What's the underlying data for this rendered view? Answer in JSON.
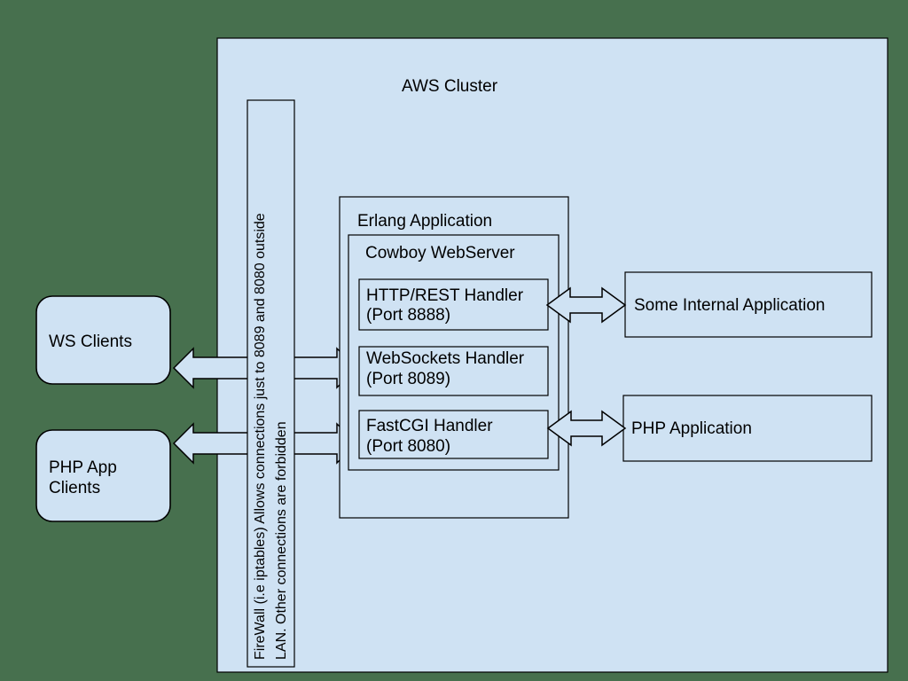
{
  "colors": {
    "background": "#47704e",
    "shape_fill": "#cfe2f3",
    "line": "#000000",
    "text": "#000000"
  },
  "diagram": {
    "cluster": {
      "label": "AWS Cluster"
    },
    "firewall": {
      "line1": "FireWall (i.e iptables) Allows connections just to 8089 and 8080 outside",
      "line2": "LAN. Other connections are forbidden"
    },
    "erlang": {
      "label": "Erlang Application"
    },
    "cowboy": {
      "label": "Cowboy WebServer"
    },
    "handlers": [
      {
        "name": "HTTP/REST Handler",
        "port": "(Port 8888)"
      },
      {
        "name": "WebSockets Handler",
        "port": "(Port 8089)"
      },
      {
        "name": "FastCGI Handler",
        "port": "(Port 8080)"
      }
    ],
    "apps": {
      "internal": {
        "label": "Some Internal Application"
      },
      "php": {
        "label": "PHP Application"
      }
    },
    "clients": {
      "ws": {
        "label": "WS Clients"
      },
      "php": {
        "line1": "PHP App",
        "line2": "Clients"
      }
    }
  }
}
